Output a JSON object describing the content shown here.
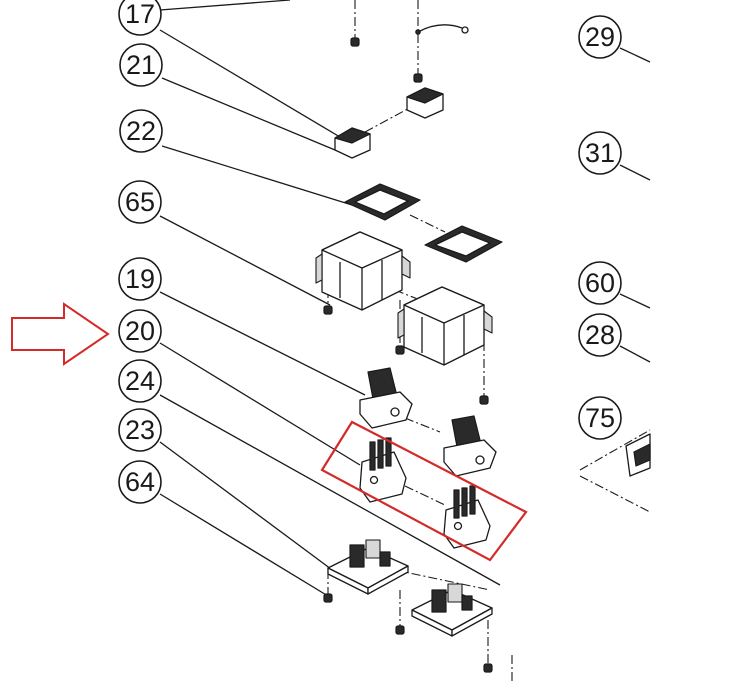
{
  "colors": {
    "highlight": "#d42a2a",
    "line": "#1a1a1a"
  },
  "callouts_left": [
    {
      "id": "c17",
      "label": "17"
    },
    {
      "id": "c21",
      "label": "21"
    },
    {
      "id": "c22",
      "label": "22"
    },
    {
      "id": "c65",
      "label": "65"
    },
    {
      "id": "c19",
      "label": "19"
    },
    {
      "id": "c20",
      "label": "20"
    },
    {
      "id": "c24",
      "label": "24"
    },
    {
      "id": "c23",
      "label": "23"
    },
    {
      "id": "c64",
      "label": "64"
    }
  ],
  "callouts_right": [
    {
      "id": "c29",
      "label": "29"
    },
    {
      "id": "c31",
      "label": "31"
    },
    {
      "id": "c60",
      "label": "60"
    },
    {
      "id": "c28",
      "label": "28"
    },
    {
      "id": "c75",
      "label": "75"
    }
  ],
  "icons": {
    "pointer": "right-arrow-outline-icon"
  }
}
